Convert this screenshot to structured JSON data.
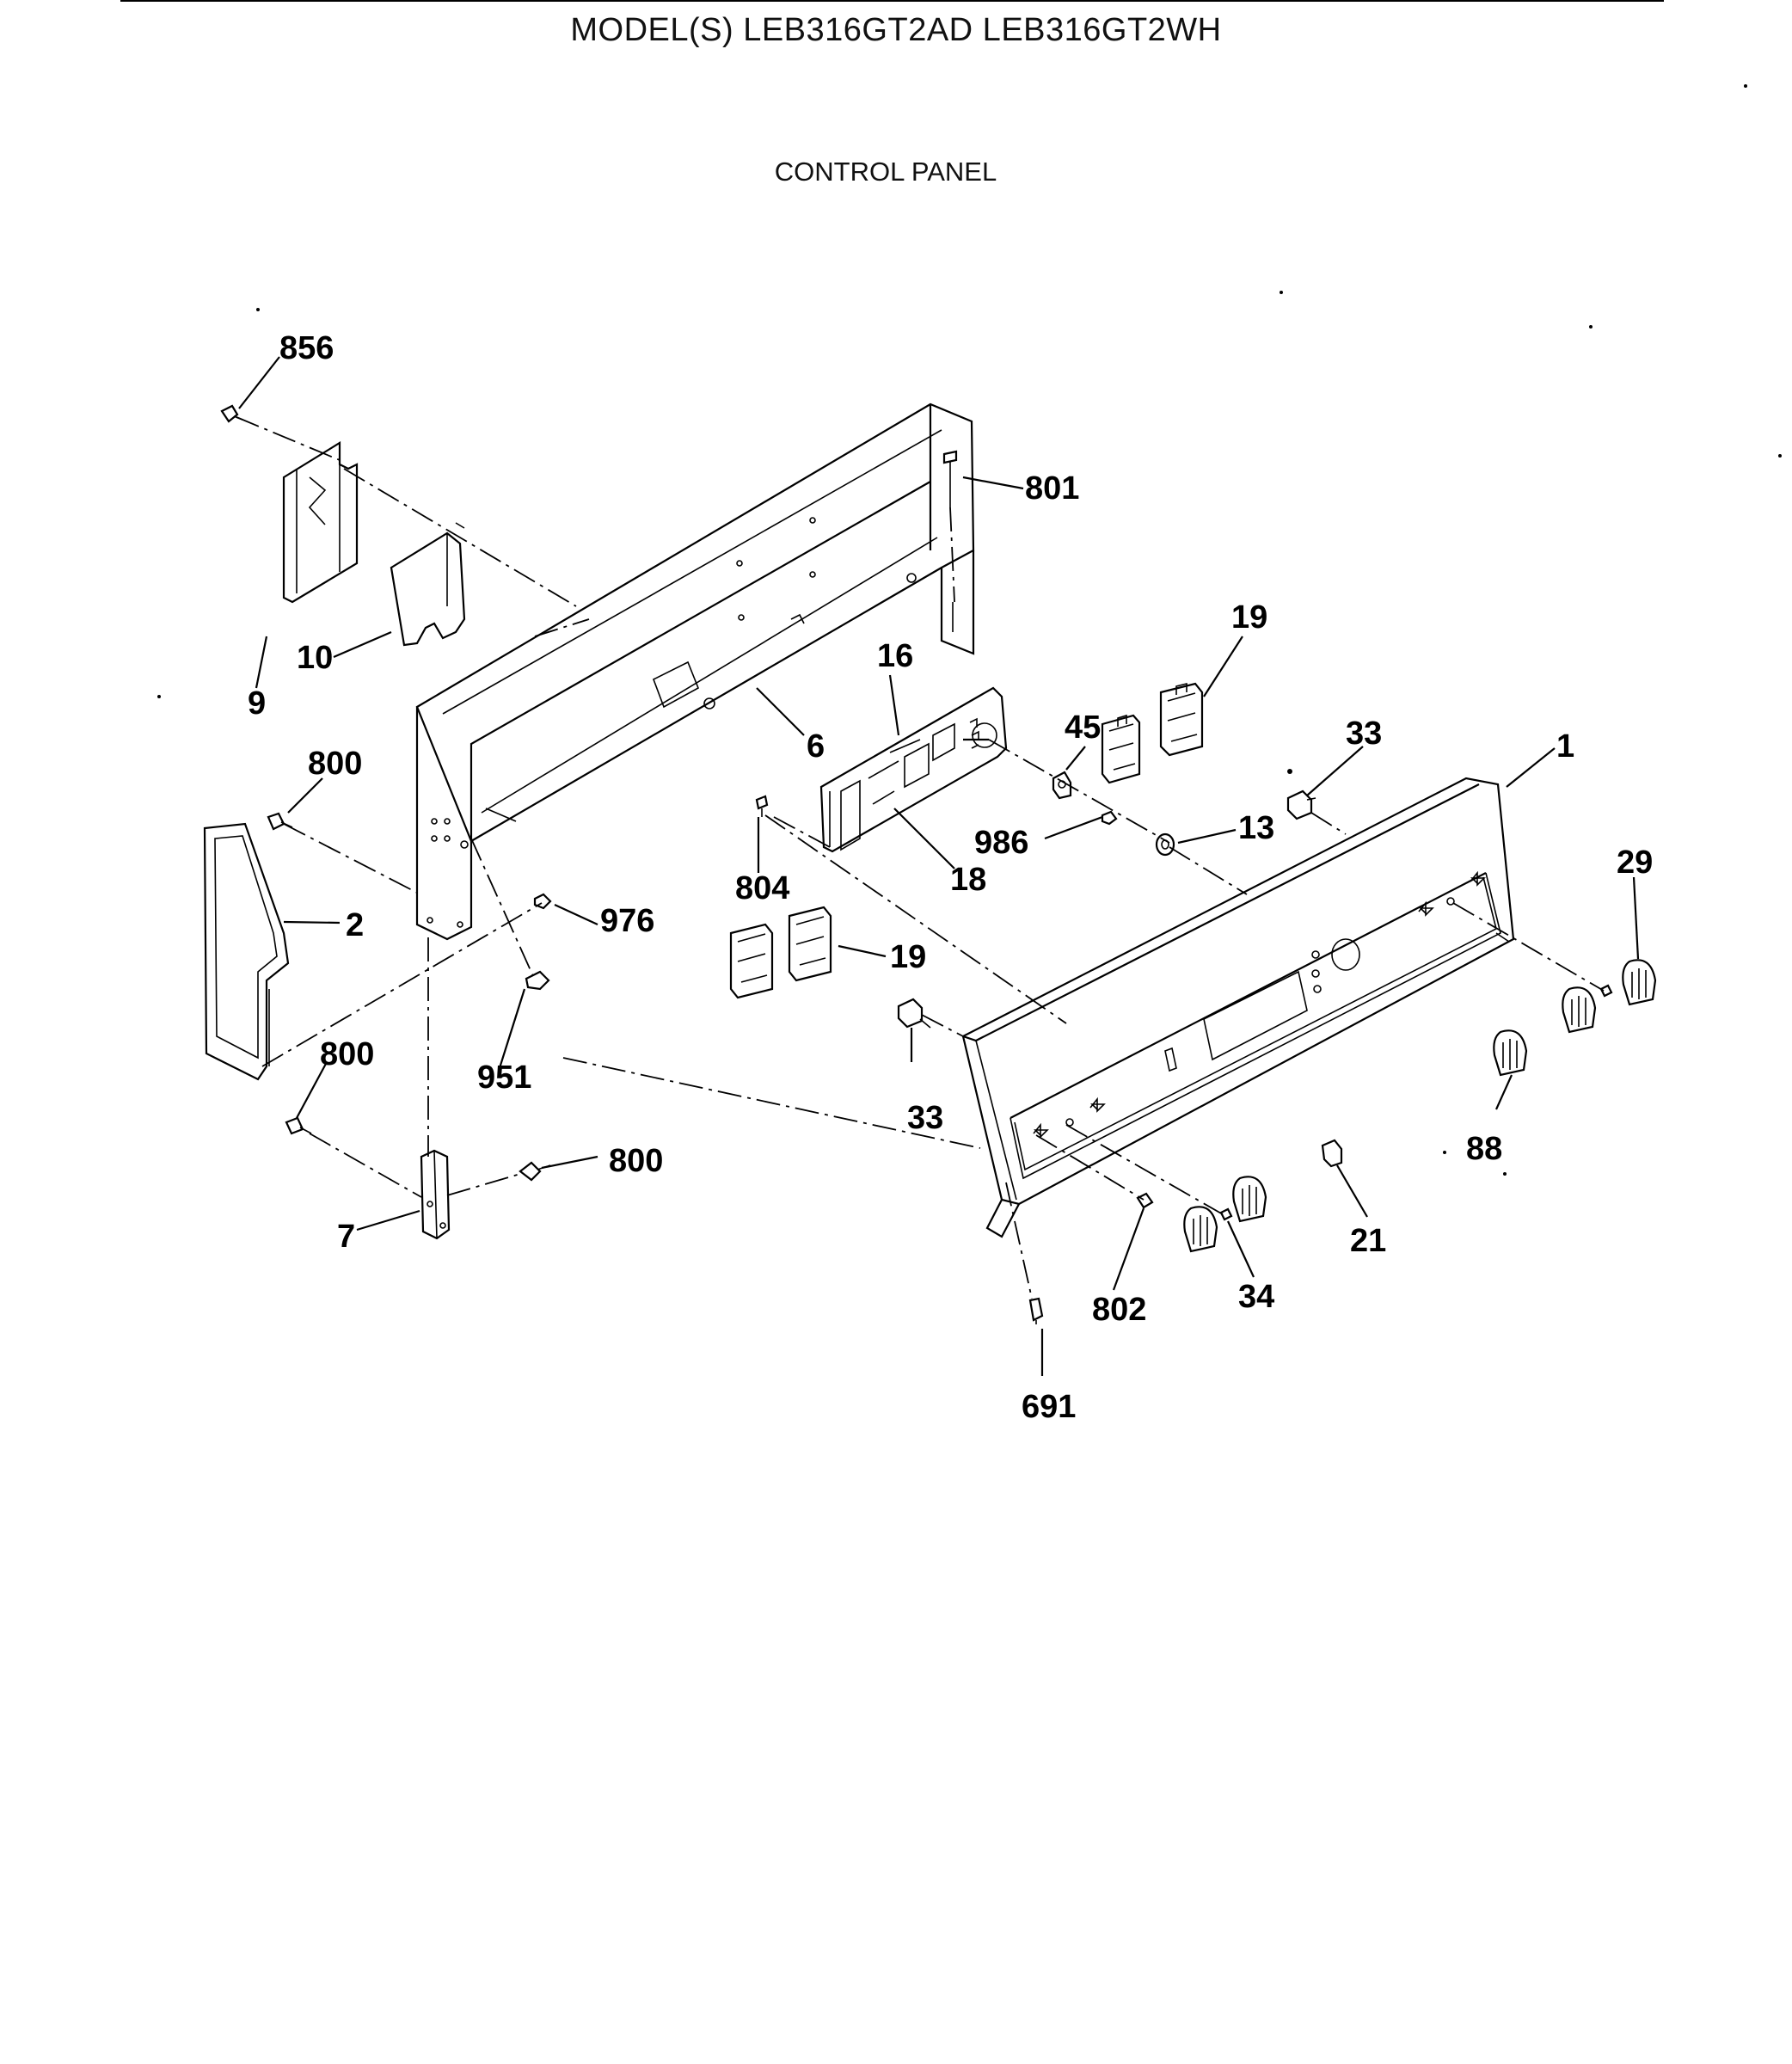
{
  "header": {
    "model_line": "MODEL(S) LEB316GT2AD  LEB316GT2WH",
    "section_title": "CONTROL PANEL"
  },
  "parts": {
    "p856": "856",
    "p801": "801",
    "p9": "9",
    "p10": "10",
    "p6": "6",
    "p16": "16",
    "p19a": "19",
    "p45": "45",
    "p33a": "33",
    "p1": "1",
    "p800a": "800",
    "p986": "986",
    "p13": "13",
    "p804": "804",
    "p18": "18",
    "p29": "29",
    "p2": "2",
    "p976": "976",
    "p19b": "19",
    "p951": "951",
    "p800b": "800",
    "p33b": "33",
    "p88": "88",
    "p800c": "800",
    "p7": "7",
    "p21": "21",
    "p802": "802",
    "p34": "34",
    "p691": "691"
  }
}
